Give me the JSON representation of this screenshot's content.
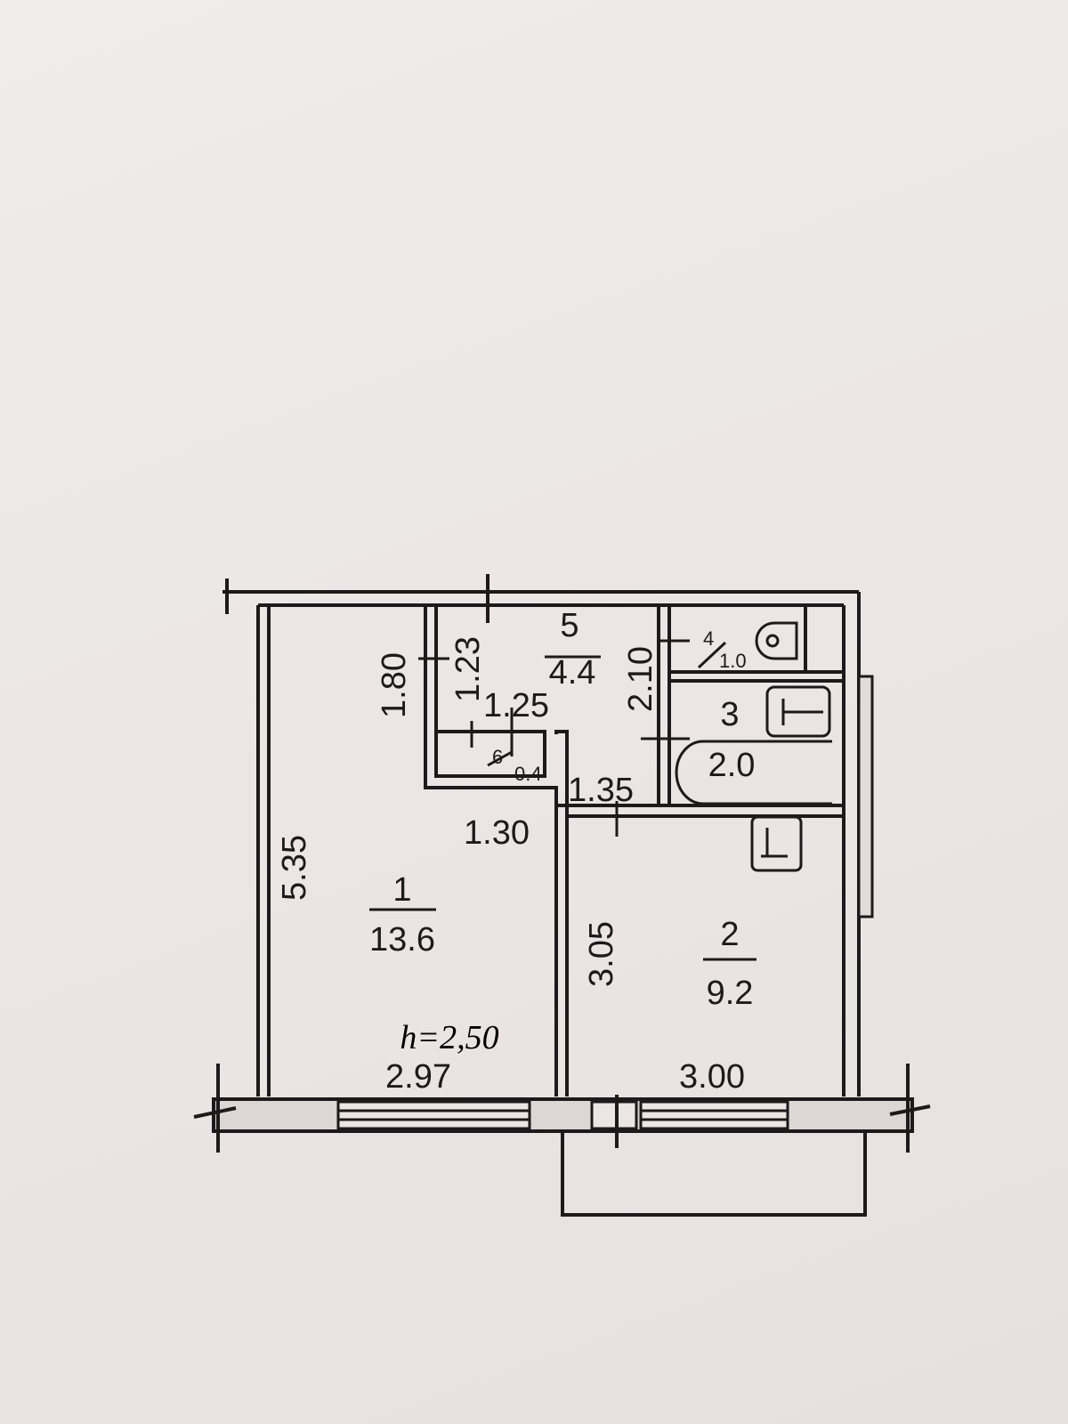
{
  "plan": {
    "ceiling_height": "h=2,50",
    "rooms": [
      {
        "number": "1",
        "area": "13.6"
      },
      {
        "number": "2",
        "area": "9.2"
      },
      {
        "number": "3",
        "area": "2.0"
      },
      {
        "number": "4",
        "area": "1.0"
      },
      {
        "number": "5",
        "area": "4.4"
      },
      {
        "number": "6",
        "area": "0.4"
      }
    ],
    "dimensions": {
      "room1_length": "5.35",
      "room1_width": "2.97",
      "closet_depth": "1.80",
      "closet_width": "1.30",
      "hall_depth": "1.23",
      "hall_width": "1.25",
      "corridor_length": "2.10",
      "corridor_width": "1.35",
      "room2_length": "3.05",
      "room2_width": "3.00"
    }
  }
}
